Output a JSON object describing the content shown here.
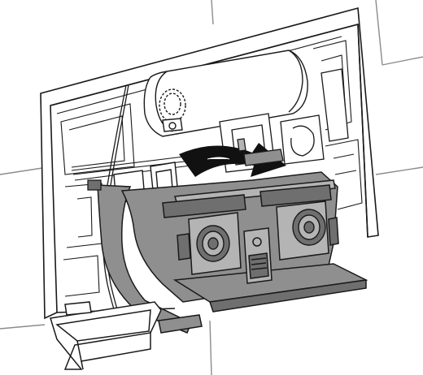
{
  "figure": {
    "style": "technical-line-drawing",
    "description_text": "",
    "colors": {
      "background": "#ffffff",
      "line": "#1a1a1a",
      "grid_line": "#8c8c8c",
      "module_fill": "#8f8f8f",
      "module_dark": "#6f6f6f",
      "module_light": "#b4b4b4",
      "white_part": "#ffffff"
    },
    "icons": [
      "installation-frame",
      "cistern-tank",
      "control-module",
      "rotate-arrow",
      "valve-knob",
      "tile-grid"
    ]
  }
}
